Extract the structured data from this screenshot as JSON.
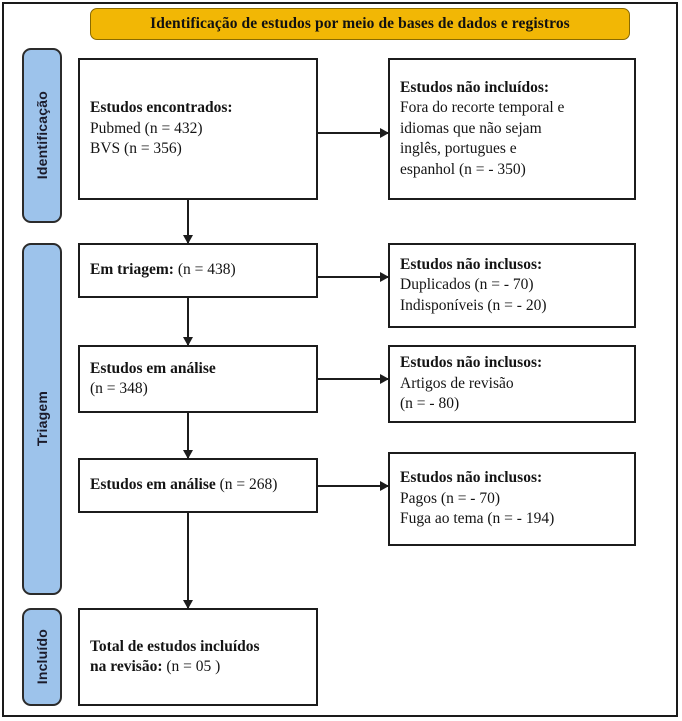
{
  "figure": {
    "type": "prisma-flow-diagram",
    "language": "pt-BR",
    "colors": {
      "banner": "#F2B705",
      "stage_sidebar": "#9DC3EB",
      "box_border": "#1C1C1C",
      "text": "#141414"
    }
  },
  "banner": {
    "title": "Identificação de estudos por meio de bases de dados e registros"
  },
  "stages": [
    {
      "id": "identificacao",
      "label": "Identificação"
    },
    {
      "id": "triagem",
      "label": "Triagem"
    },
    {
      "id": "incluido",
      "label": "Incluído"
    }
  ],
  "boxes": {
    "found": {
      "heading": "Estudos encontrados:",
      "line1": "Pubmed (n = 432)",
      "line2": "BVS (n = 356)"
    },
    "excluded_identification": {
      "heading": "Estudos não incluídos:",
      "line1": "Fora do recorte temporal e",
      "line2": "idiomas que não sejam",
      "line3": "inglês, portugues e",
      "line4": "espanhol (n = - 350)"
    },
    "screening": {
      "heading": "Em triagem:",
      "count": "(n = 438)"
    },
    "excluded_screening": {
      "heading": "Estudos não inclusos:",
      "line1": "Duplicados (n = - 70)",
      "line2": "Indisponíveis (n =  - 20)"
    },
    "analysis_1": {
      "heading": "Estudos em análise",
      "count": "(n = 348)"
    },
    "excluded_analysis_1": {
      "heading": "Estudos não inclusos:",
      "line1": "Artigos de revisão",
      "line2": "(n =  - 80)"
    },
    "analysis_2": {
      "heading": "Estudos em análise",
      "count": "(n = 268)"
    },
    "excluded_analysis_2": {
      "heading": "Estudos não inclusos:",
      "line1": "Pagos (n =  - 70)",
      "line2": "Fuga ao tema (n = - 194)"
    },
    "total_included": {
      "heading": "Total de estudos incluídos",
      "heading2": "na revisão:",
      "count": "(n = 05 )"
    }
  }
}
